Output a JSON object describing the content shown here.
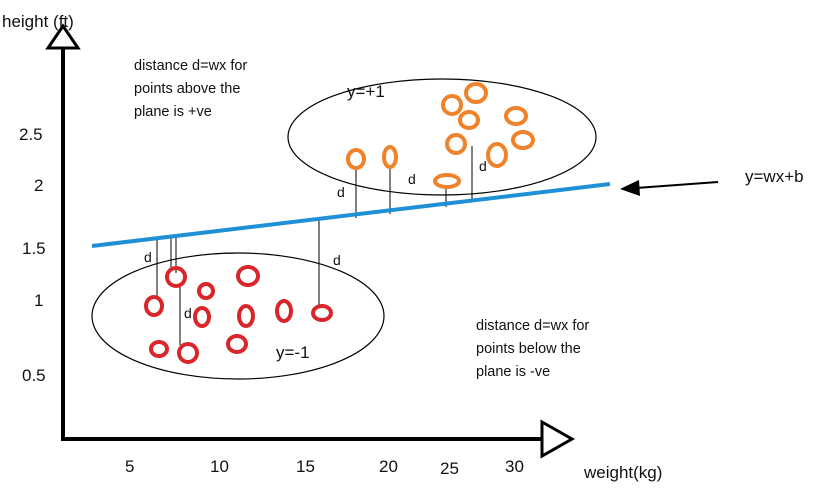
{
  "axes": {
    "y_label": "height (ft)",
    "x_label": "weight(kg)",
    "y_ticks": [
      "2.5",
      "2",
      "1.5",
      "1",
      "0.5"
    ],
    "x_ticks": [
      "5",
      "10",
      "15",
      "20",
      "25",
      "30"
    ],
    "axis_color": "#000000"
  },
  "annotations": {
    "above_note": [
      "distance d=wx for",
      "points above  the",
      "plane is +ve"
    ],
    "below_note": [
      "distance d=wx for",
      "points below the",
      "plane is -ve"
    ],
    "positive_class": "y=+1",
    "negative_class": "y=-1",
    "line_equation": "y=wx+b",
    "distance_label": "d"
  },
  "colors": {
    "positive": "#f0822a",
    "negative": "#d8262b",
    "hyperplane": "#1f8fd6",
    "ink": "#111111"
  }
}
